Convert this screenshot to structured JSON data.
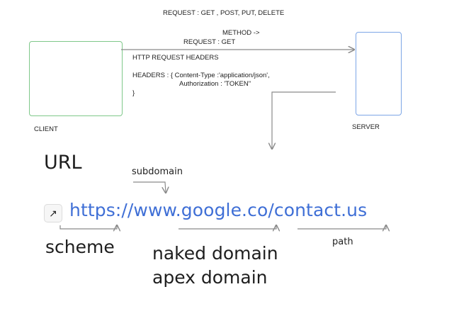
{
  "title_request_methods": "REQUEST : GET , POST, PUT, DELETE",
  "method_arrow": "METHOD ->",
  "request_get": "REQUEST : GET",
  "client_label": "CLIENT",
  "server_label": "SERVER",
  "headers_title": "HTTP REQUEST HEADERS",
  "headers_line1": "HEADERS : { Content-Type :'application/json',",
  "headers_line2": "Authorization : 'TOKEN\"",
  "headers_close": "}",
  "url_heading": "URL",
  "subdomain_label": "subdomain",
  "link_icon": "↗",
  "url": "https://www.google.co/contact.us",
  "scheme_label": "scheme",
  "naked_domain_label": "naked domain",
  "apex_domain_label": "apex domain",
  "path_label": "path",
  "colors": {
    "client_border": "#7fc88a",
    "server_border": "#7da6e6",
    "url_text": "#3f6fd6",
    "line": "#8a8a8a"
  }
}
